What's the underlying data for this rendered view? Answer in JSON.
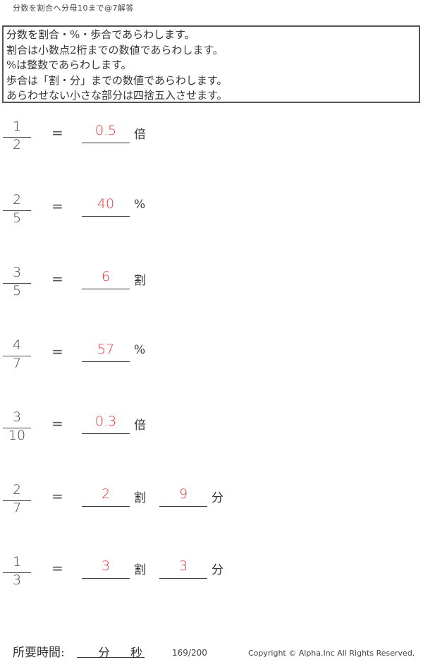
{
  "title": "分数を割合へ分母10まで@7解答",
  "instructions": [
    "分数を割合・%・歩合であらわします。",
    "割合は小数点2桁までの数値であらわします。",
    "%は整数であらわします。",
    "歩合は「割・分」までの数値であらわします。",
    "あらわせない小さな部分は四捨五入させます。"
  ],
  "equals": "=",
  "problems": [
    {
      "num": "1",
      "den": "2",
      "ans1": "0.5",
      "unit1": "倍"
    },
    {
      "num": "2",
      "den": "5",
      "ans1": "40",
      "unit1": "%"
    },
    {
      "num": "3",
      "den": "5",
      "ans1": "6",
      "unit1": "割"
    },
    {
      "num": "4",
      "den": "7",
      "ans1": "57",
      "unit1": "%"
    },
    {
      "num": "3",
      "den": "10",
      "ans1": "0.3",
      "unit1": "倍"
    },
    {
      "num": "2",
      "den": "7",
      "ans1": "2",
      "unit1": "割",
      "ans2": "9",
      "unit2": "分"
    },
    {
      "num": "1",
      "den": "3",
      "ans1": "3",
      "unit1": "割",
      "ans2": "3",
      "unit2": "分"
    }
  ],
  "footer": {
    "time_label": "所要時間:",
    "minutes": "分",
    "seconds": "秒",
    "page": "169/200",
    "copyright": "Copyright © Alpha.Inc All Rights Reserved."
  },
  "colors": {
    "answer": "#e8323c"
  }
}
